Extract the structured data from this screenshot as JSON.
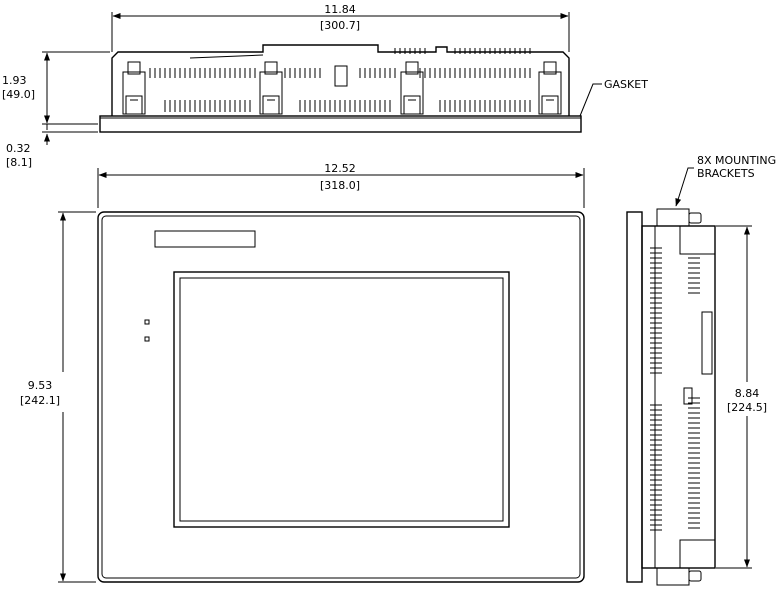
{
  "top_view": {
    "width_in": "11.84",
    "width_mm": "[300.7]",
    "depth_in": "1.93",
    "depth_mm": "[49.0]",
    "bezel_in": "0.32",
    "bezel_mm": "[8.1]",
    "gasket_label": "GASKET"
  },
  "front_view": {
    "width_in": "12.52",
    "width_mm": "[318.0]",
    "height_in": "9.53",
    "height_mm": "[242.1]"
  },
  "side_view": {
    "bracket_label_1": "8X MOUNTING",
    "bracket_label_2": "BRACKETS",
    "height_in": "8.84",
    "height_mm": "[224.5]"
  }
}
